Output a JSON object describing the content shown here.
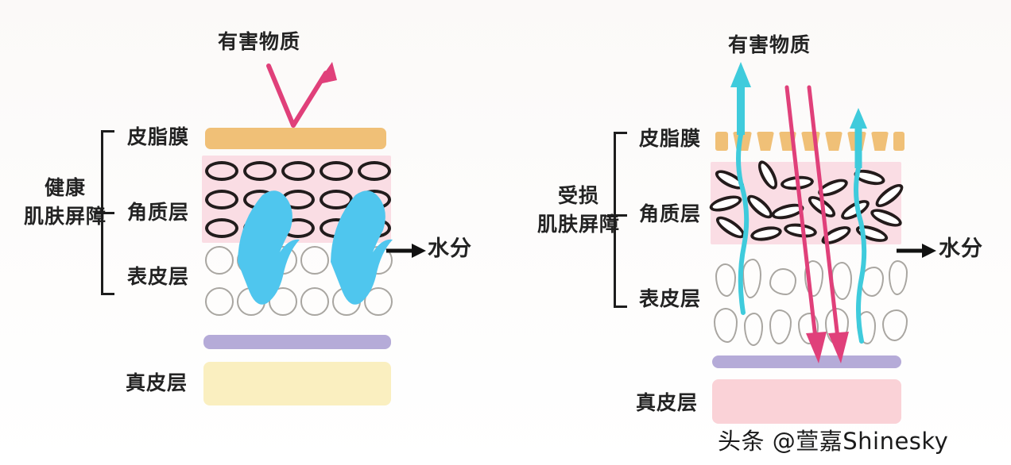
{
  "figure": {
    "title_left": "健康肌肤屏障",
    "title_right": "受损肌肤屏障"
  },
  "left_panel": {
    "barrier_label_line1": "健康",
    "barrier_label_line2": "肌肤屏障",
    "top_label": "有害物质",
    "water_label": "水分",
    "dermis_label": "真皮层",
    "layers": [
      {
        "name": "皮脂膜",
        "color": "#F0C077"
      },
      {
        "name": "角质层",
        "color": "#FADDE4"
      },
      {
        "name": "表皮层",
        "color": "#FFFFFF"
      }
    ],
    "basal_color": "#B5ABD8",
    "dermis_color": "#FAEFC0",
    "harmful_arrow_color": "#E0407A",
    "water_arrow_color": "#4FC6EE",
    "harmful_behavior": "deflected",
    "water_behavior": "retained"
  },
  "right_panel": {
    "barrier_label_line1": "受损",
    "barrier_label_line2": "肌肤屏障",
    "top_label": "有害物质",
    "water_label": "水分",
    "dermis_label": "真皮层",
    "layers": [
      {
        "name": "皮脂膜",
        "color": "#F0C14B"
      },
      {
        "name": "角质层",
        "color": "#FADDE4"
      },
      {
        "name": "表皮层",
        "color": "#FFFFFF"
      }
    ],
    "basal_color": "#B5ABD8",
    "dermis_color": "#FAD2D7",
    "harmful_arrow_color": "#E0407A",
    "water_arrow_color": "#3FCBDC",
    "harmful_behavior": "penetrating",
    "water_behavior": "escaping"
  },
  "watermark": {
    "text": "头条 @萱嘉Shinesky"
  }
}
